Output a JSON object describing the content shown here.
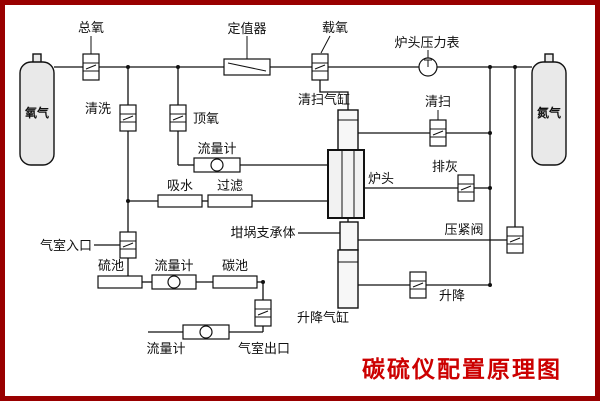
{
  "title": "碳硫仪配置原理图",
  "colors": {
    "border": "#990000",
    "title": "#cc0000",
    "line": "#111111"
  },
  "cylinders": {
    "left": "氧气",
    "right": "氮气"
  },
  "components": {
    "zong_yang": "总氧",
    "ding_zhi_qi": "定值器",
    "zai_yang": "载氧",
    "lu_tou_ya_li_biao": "炉头压力表",
    "qing_xi": "清洗",
    "ding_yang": "顶氧",
    "qing_sao_qi_gang": "清扫气缸",
    "qing_sao": "清扫",
    "liu_liang_ji_top": "流量计",
    "xi_shui": "吸水",
    "guo_lv": "过滤",
    "lu_tou": "炉头",
    "pai_hui": "排灰",
    "ya_jin_fa": "压紧阀",
    "gan_guo_zhi_cheng_ti": "坩埚支承体",
    "qi_shi_ru_kou": "气室入口",
    "liu_chi": "硫池",
    "liu_liang_ji_mid": "流量计",
    "tan_chi": "碳池",
    "sheng_jiang_qi_gang": "升降气缸",
    "sheng_jiang": "升降",
    "liu_liang_ji_bottom": "流量计",
    "qi_shi_chu_kou": "气室出口"
  }
}
